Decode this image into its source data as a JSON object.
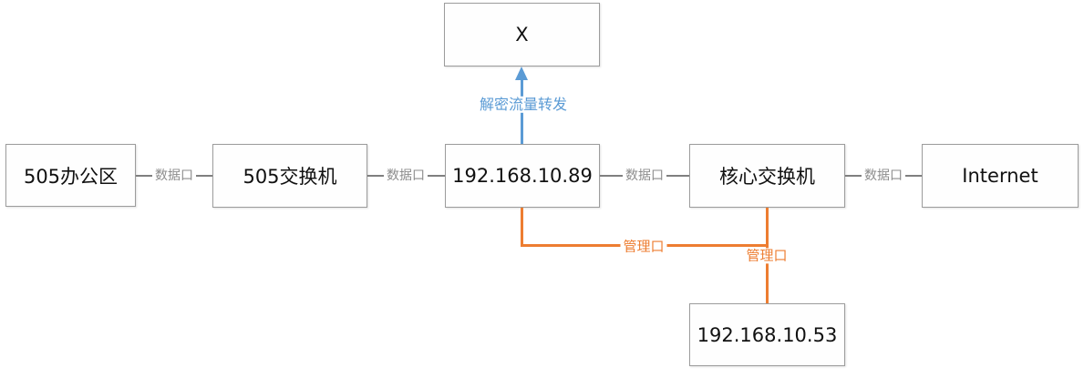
{
  "diagram": {
    "title": "network-topology-decrypt-forwarding",
    "nodes": [
      {
        "id": "office-505",
        "label": "505办公区"
      },
      {
        "id": "switch-505",
        "label": "505交换机"
      },
      {
        "id": "device-89",
        "label": "192.168.10.89"
      },
      {
        "id": "core-switch",
        "label": "核心交换机"
      },
      {
        "id": "internet",
        "label": "Internet"
      },
      {
        "id": "x-target",
        "label": "X"
      },
      {
        "id": "device-53",
        "label": "192.168.10.53"
      }
    ],
    "edge_labels": {
      "data_port_1": "数据口",
      "data_port_2": "数据口",
      "data_port_3": "数据口",
      "data_port_4": "数据口",
      "mgmt_port_1": "管理口",
      "mgmt_port_2": "管理口",
      "decrypt_forward": "解密流量转发"
    },
    "colors": {
      "blue_accent": "#5b9bd5",
      "orange_accent": "#ed7d31",
      "gray_line": "#7f7f7f",
      "gray_label": "#8c8c8c",
      "box_border": "#9c9c9c",
      "background": "#ffffff"
    }
  }
}
